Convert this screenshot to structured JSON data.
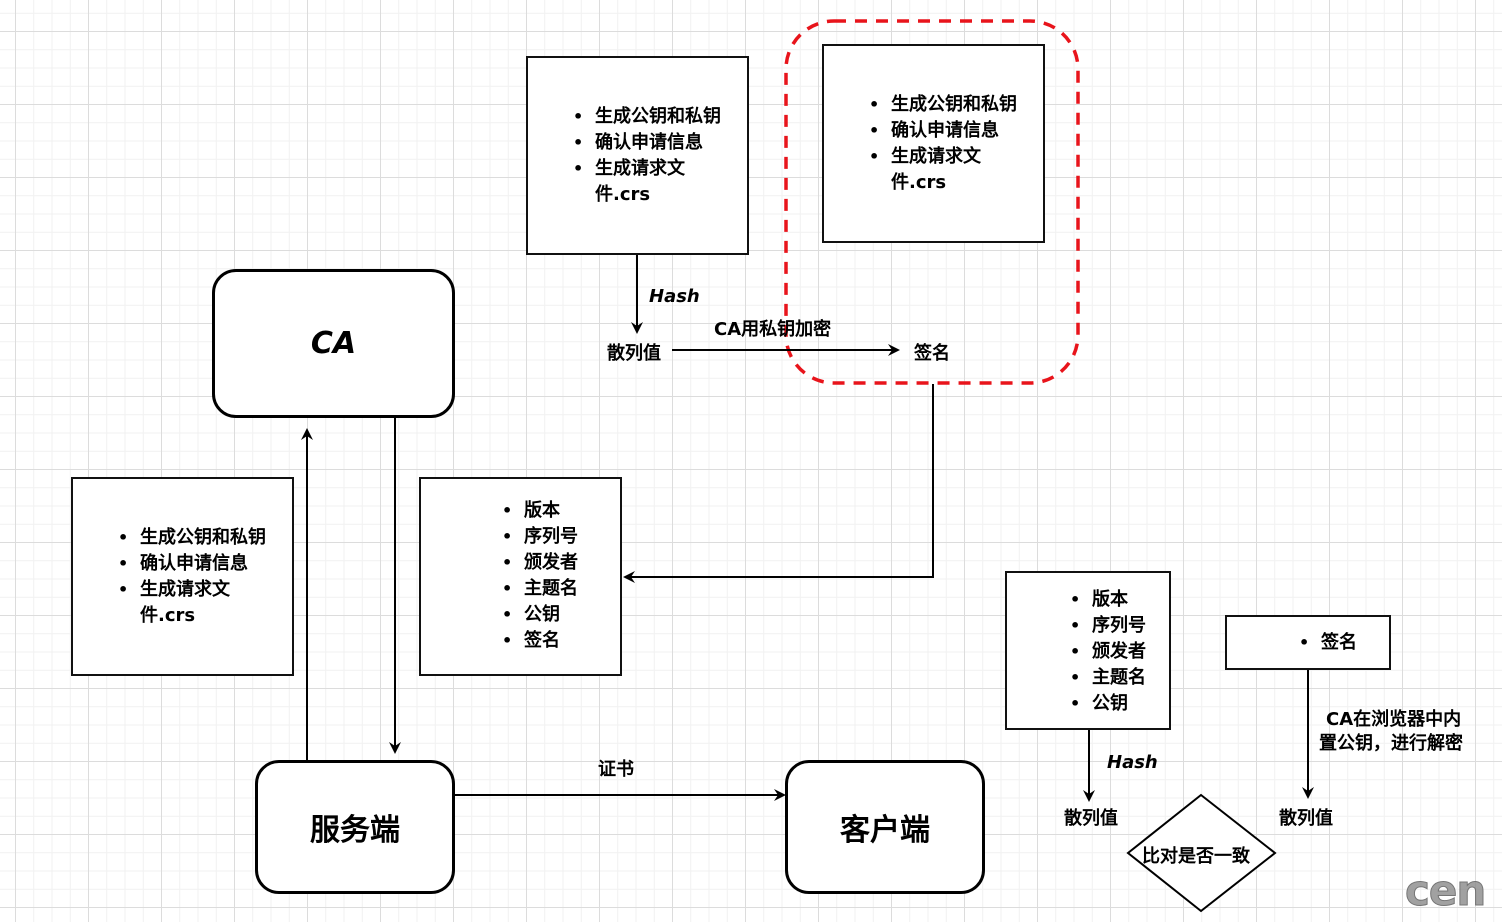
{
  "nodes": {
    "ca": "CA",
    "server": "服务端",
    "client": "客户端"
  },
  "csr_items": [
    "生成公钥和私钥",
    "确认申请信息",
    "生成请求文件.crs"
  ],
  "cert_items": [
    "版本",
    "序列号",
    "颁发者",
    "主题名",
    "公钥",
    "签名"
  ],
  "verify_cert_items": [
    "版本",
    "序列号",
    "颁发者",
    "主题名",
    "公钥"
  ],
  "verify_sig_items": [
    "签名"
  ],
  "labels": {
    "hash": "Hash",
    "hash_value": "散列值",
    "ca_encrypt": "CA用私钥加密",
    "signature": "签名",
    "certificate": "证书",
    "hash2": "Hash",
    "hash_value_left": "散列值",
    "hash_value_right": "散列值",
    "ca_decrypt_line1": "CA在浏览器中内",
    "ca_decrypt_line2": "置公钥，进行解密",
    "compare": "比对是否一致"
  },
  "colors": {
    "highlight_dashed": "#e8141b",
    "stroke": "#000000"
  },
  "watermark": "cen"
}
